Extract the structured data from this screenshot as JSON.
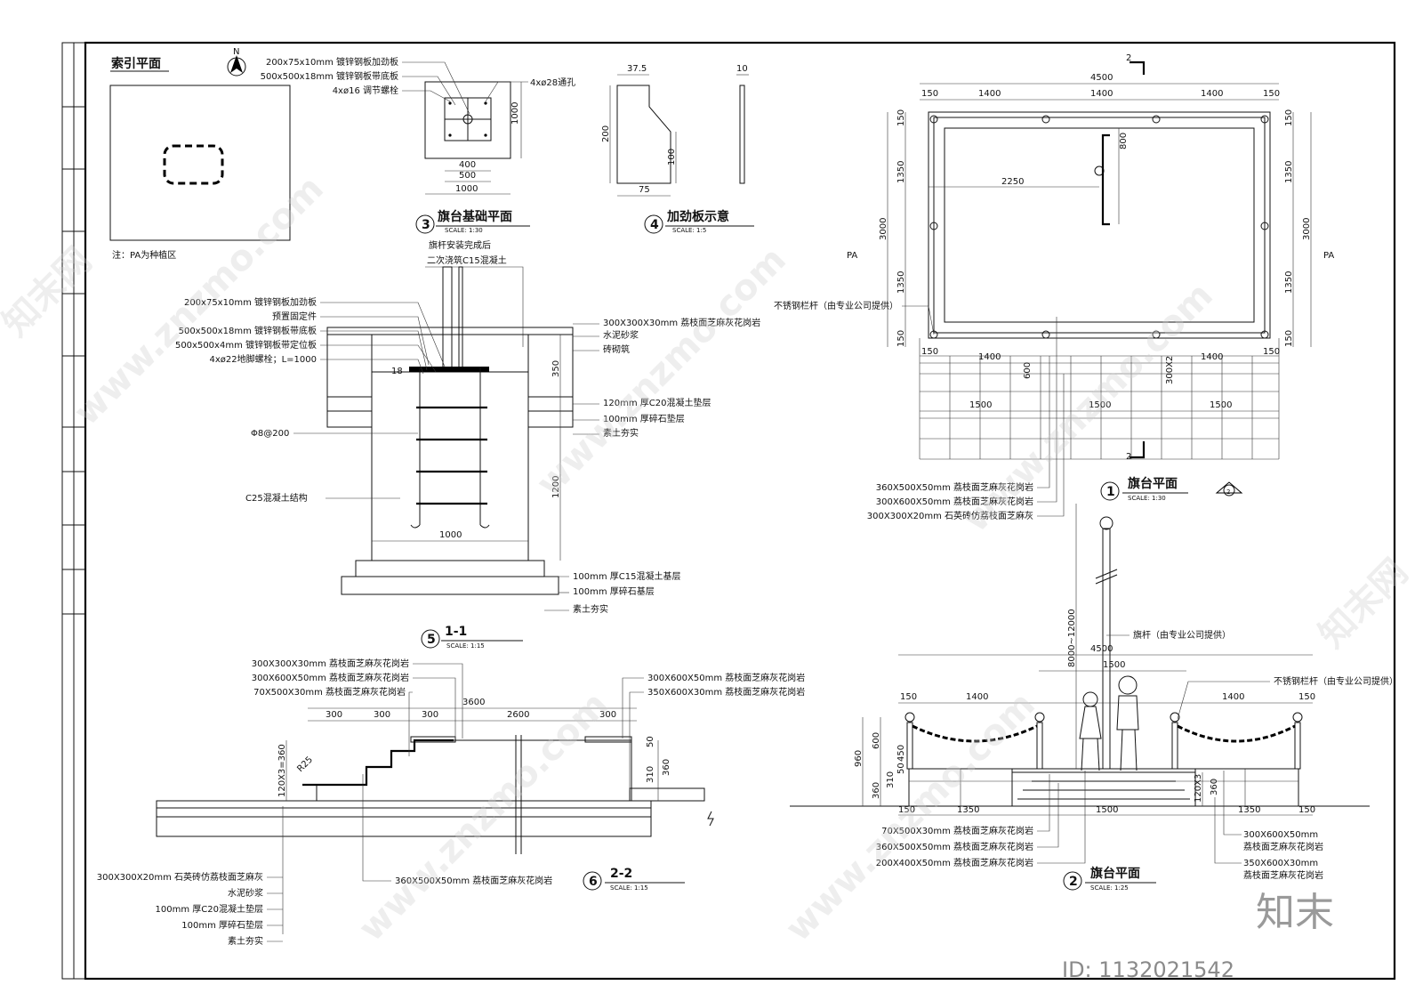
{
  "index_plan": {
    "title": "索引平面",
    "north": "N",
    "note": "注：PA为种植区"
  },
  "detail3": {
    "num": "3",
    "title": "旗台基础平面",
    "scale": "SCALE:  1:30",
    "labels": [
      "200x75x10mm 镀锌钢板加劲板",
      "500x500x18mm 镀锌钢板带底板",
      "4xø16 调节螺栓"
    ],
    "hole": "4xø28通孔",
    "dims": [
      "1000",
      "400",
      "500",
      "1000"
    ]
  },
  "detail4": {
    "num": "4",
    "title": "加劲板示意",
    "scale": "SCALE:  1:5",
    "dims": [
      "37.5",
      "10",
      "200",
      "100",
      "75"
    ]
  },
  "detail5": {
    "num": "5",
    "title": "1-1",
    "scale": "SCALE:  1:15",
    "top_note": [
      "旗杆安装完成后",
      "二次浇筑C15混凝土"
    ],
    "left_labels": [
      "200x75x10mm 镀锌钢板加劲板",
      "预置固定件",
      "500x500x18mm 镀锌钢板带底板",
      "500x500x4mm 镀锌钢板带定位板",
      "4xø22地脚螺栓；L=1000",
      "Φ8@200",
      "C25混凝土结构"
    ],
    "right_labels": [
      "300X300X30mm 荔枝面芝麻灰花岗岩",
      "水泥砂浆",
      "砖砌筑",
      "120mm 厚C20混凝土垫层",
      "100mm 厚碎石垫层",
      "素土夯实",
      "100mm 厚C15混凝土基层",
      "100mm 厚碎石基层",
      "素土夯实"
    ],
    "dims": [
      "18",
      "350",
      "1200",
      "1000"
    ]
  },
  "detail6": {
    "num": "6",
    "title": "2-2",
    "scale": "SCALE:  1:15",
    "top_labels": [
      "300X300X30mm 荔枝面芝麻灰花岗岩",
      "300X600X50mm 荔枝面芝麻灰花岗岩",
      "70X500X30mm 荔枝面芝麻灰花岗岩"
    ],
    "right_labels": [
      "300X600X50mm 荔枝面芝麻灰花岗岩",
      "350X600X30mm 荔枝面芝麻灰花岗岩"
    ],
    "bottom_labels": [
      "300X300X20mm 石英砖仿荔枝面芝麻灰",
      "水泥砂浆",
      "100mm 厚C20混凝土垫层",
      "100mm 厚碎石垫层",
      "素土夯实"
    ],
    "mid_label": "360X500X50mm 荔枝面芝麻灰花岗岩",
    "dims": [
      "3600",
      "300",
      "300",
      "300",
      "2600",
      "300",
      "120X3=360",
      "R25",
      "50",
      "310",
      "360"
    ]
  },
  "detail1": {
    "num": "1",
    "title": "旗台平面",
    "scale": "SCALE:  1:30",
    "marker": "2",
    "pa": "PA",
    "dims_top": [
      "4500",
      "150",
      "1400",
      "1400",
      "1400",
      "150"
    ],
    "dims_side": [
      "3000",
      "150",
      "1350",
      "1350",
      "150"
    ],
    "dims_mid": [
      "2250",
      "800",
      "600",
      "300X2"
    ],
    "dims_bottom": [
      "150",
      "1400",
      "1400",
      "150",
      "1500",
      "1500",
      "1500"
    ],
    "rail": "不锈钢栏杆（由专业公司提供）",
    "labels": [
      "360X500X50mm 荔枝面芝麻灰花岗岩",
      "300X600X50mm 荔枝面芝麻灰花岗岩",
      "300X300X20mm 石英砖仿荔枝面芝麻灰"
    ]
  },
  "detail2": {
    "num": "2",
    "title": "旗台平面",
    "scale": "SCALE:  1:25",
    "pole_h": "8000~12000",
    "pole": "旗杆（由专业公司提供）",
    "rail": "不锈钢栏杆（由专业公司提供）",
    "dims": [
      "4500",
      "1500",
      "150",
      "1400",
      "1400",
      "150",
      "960",
      "600",
      "450",
      "360",
      "310",
      "50",
      "120X3",
      "360",
      "150",
      "1350",
      "1500",
      "1350",
      "150"
    ],
    "left_labels": [
      "70X500X30mm 荔枝面芝麻灰花岗岩",
      "360X500X50mm 荔枝面芝麻灰花岗岩",
      "200X400X50mm 荔枝面芝麻灰花岗岩"
    ],
    "right_labels": [
      "300X600X50mm",
      "荔枝面芝麻灰花岗岩",
      "350X600X30mm",
      "荔枝面芝麻灰花岗岩"
    ]
  },
  "watermark": {
    "brand": "知末",
    "id": "ID: 1132021542",
    "site": "www.znzmo.com",
    "cn": "知末网"
  }
}
